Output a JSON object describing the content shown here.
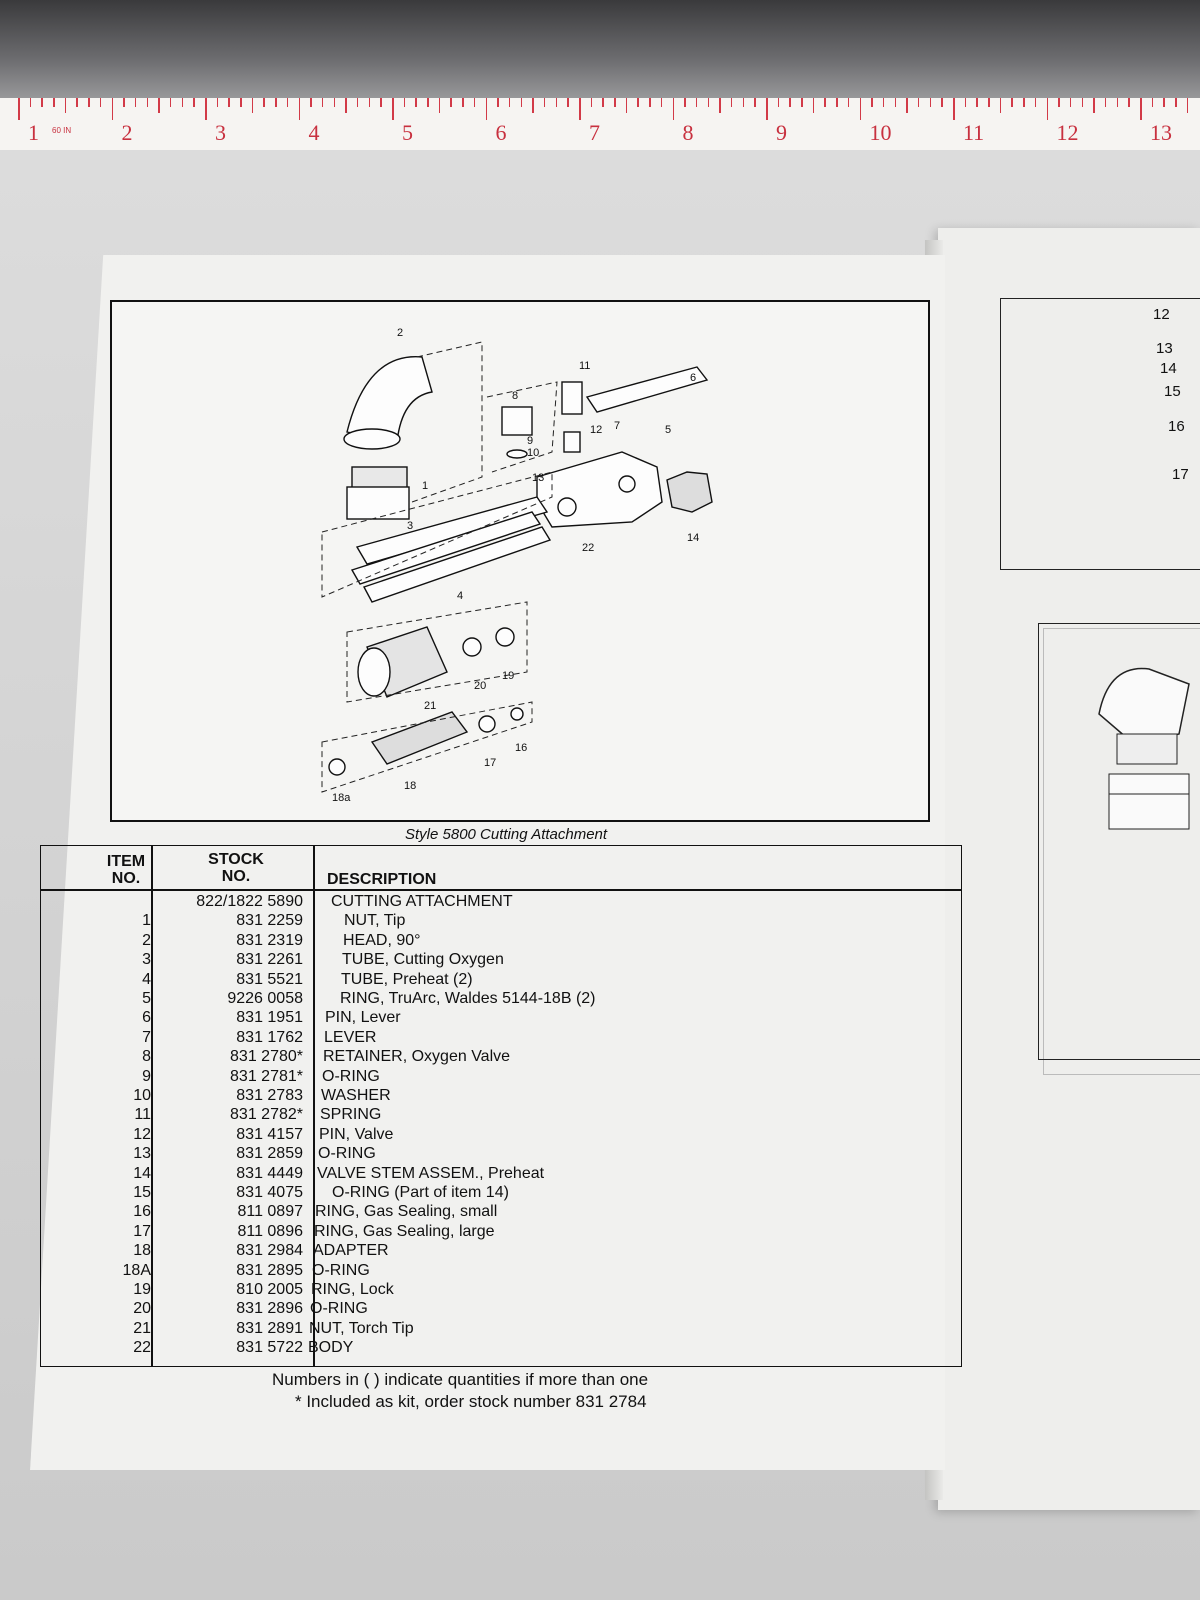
{
  "ruler": {
    "unit_label": "60 IN",
    "numbers": [
      "1",
      "2",
      "3",
      "4",
      "5",
      "6",
      "7",
      "8",
      "9",
      "10",
      "11",
      "12",
      "13"
    ]
  },
  "diagram": {
    "caption": "Style 5800 Cutting Attachment",
    "callouts": [
      "1",
      "2",
      "3",
      "4",
      "5",
      "6",
      "7",
      "8",
      "9",
      "10",
      "11",
      "12",
      "13",
      "14",
      "16",
      "17",
      "18",
      "18a",
      "19",
      "20",
      "21",
      "22"
    ]
  },
  "table": {
    "headers": {
      "item_l1": "ITEM",
      "item_l2": "NO.",
      "stock_l1": "STOCK",
      "stock_l2": "NO.",
      "desc": "DESCRIPTION"
    },
    "rows": [
      {
        "item": "",
        "stock": "822/1822 5890",
        "desc": "CUTTING ATTACHMENT"
      },
      {
        "item": "1",
        "stock": "831 2259",
        "desc": "NUT, Tip"
      },
      {
        "item": "2",
        "stock": "831 2319",
        "desc": "HEAD, 90°"
      },
      {
        "item": "3",
        "stock": "831 2261",
        "desc": "TUBE, Cutting Oxygen"
      },
      {
        "item": "4",
        "stock": "831 5521",
        "desc": "TUBE, Preheat (2)"
      },
      {
        "item": "5",
        "stock": "9226 0058",
        "desc": "RING, TruArc, Waldes 5144-18B (2)"
      },
      {
        "item": "6",
        "stock": "831 1951",
        "desc": "PIN, Lever"
      },
      {
        "item": "7",
        "stock": "831 1762",
        "desc": "LEVER"
      },
      {
        "item": "8",
        "stock": "831 2780*",
        "desc": "RETAINER, Oxygen Valve"
      },
      {
        "item": "9",
        "stock": "831 2781*",
        "desc": "O-RING"
      },
      {
        "item": "10",
        "stock": "831 2783",
        "desc": "WASHER"
      },
      {
        "item": "11",
        "stock": "831 2782*",
        "desc": "SPRING"
      },
      {
        "item": "12",
        "stock": "831 4157",
        "desc": "PIN, Valve"
      },
      {
        "item": "13",
        "stock": "831 2859",
        "desc": "O-RING"
      },
      {
        "item": "14",
        "stock": "831 4449",
        "desc": "VALVE STEM ASSEM., Preheat"
      },
      {
        "item": "15",
        "stock": "831 4075",
        "desc": "O-RING (Part of item 14)"
      },
      {
        "item": "16",
        "stock": "811 0897",
        "desc": "RING, Gas Sealing, small"
      },
      {
        "item": "17",
        "stock": "811 0896",
        "desc": "RING, Gas Sealing, large"
      },
      {
        "item": "18",
        "stock": "831 2984",
        "desc": "ADAPTER"
      },
      {
        "item": "18A",
        "stock": "831 2895",
        "desc": "O-RING"
      },
      {
        "item": "19",
        "stock": "810 2005",
        "desc": "RING, Lock"
      },
      {
        "item": "20",
        "stock": "831 2896",
        "desc": "O-RING"
      },
      {
        "item": "21",
        "stock": "831 2891",
        "desc": "NUT, Torch Tip"
      },
      {
        "item": "22",
        "stock": "831 5722",
        "desc": "BODY"
      }
    ]
  },
  "notes": {
    "line1": "Numbers in (    ) indicate quantities if more than one",
    "line2": "* Included as kit, order stock number 831 2784"
  },
  "right_page": {
    "callouts": [
      "12",
      "13",
      "14",
      "15",
      "16",
      "17"
    ]
  }
}
